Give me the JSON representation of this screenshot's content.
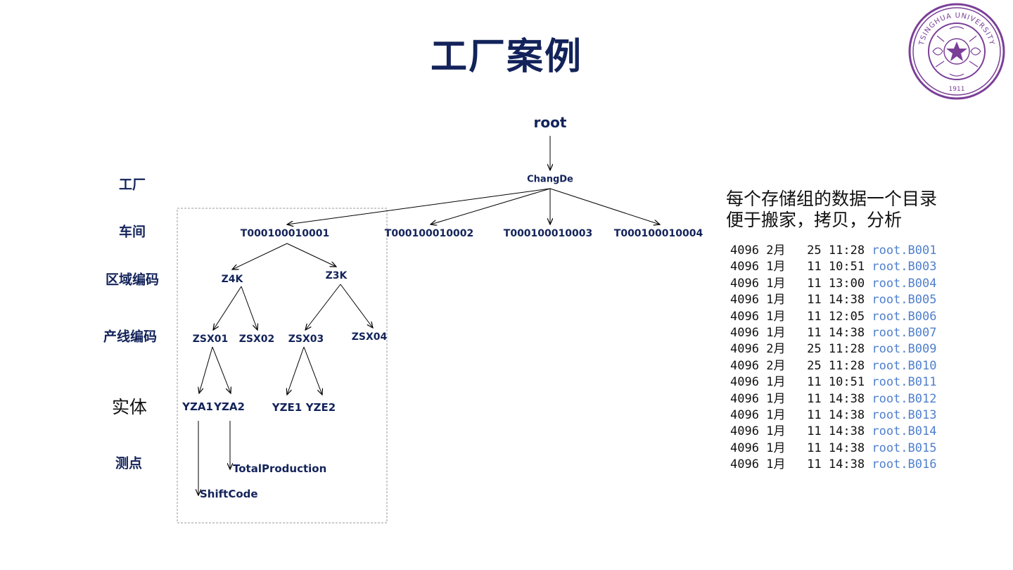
{
  "title": "工厂案例",
  "note": {
    "line1": "每个存储组的数据一个目录",
    "line2": "便于搬家，拷贝，分析"
  },
  "levels": [
    "工厂",
    "车间",
    "区域编码",
    "产线编码",
    "实体",
    "测点"
  ],
  "tree": {
    "root": "root",
    "factory": "ChangDe",
    "workshops": [
      "T000100010001",
      "T000100010002",
      "T000100010003",
      "T000100010004"
    ],
    "areas": [
      "Z4K",
      "Z3K"
    ],
    "lines": [
      "ZSX01",
      "ZSX02",
      "ZSX03",
      "ZSX04"
    ],
    "entities": [
      "YZA1",
      "YZA2",
      "YZE1",
      "YZE2"
    ],
    "points": [
      "TotalProduction",
      "ShiftCode"
    ]
  },
  "listing": [
    {
      "size": "4096",
      "month": "2月",
      "day": "25",
      "time": "11:28",
      "name": "root.B001"
    },
    {
      "size": "4096",
      "month": "1月",
      "day": "11",
      "time": "10:51",
      "name": "root.B003"
    },
    {
      "size": "4096",
      "month": "1月",
      "day": "11",
      "time": "13:00",
      "name": "root.B004"
    },
    {
      "size": "4096",
      "month": "1月",
      "day": "11",
      "time": "14:38",
      "name": "root.B005"
    },
    {
      "size": "4096",
      "month": "1月",
      "day": "11",
      "time": "12:05",
      "name": "root.B006"
    },
    {
      "size": "4096",
      "month": "1月",
      "day": "11",
      "time": "14:38",
      "name": "root.B007"
    },
    {
      "size": "4096",
      "month": "2月",
      "day": "25",
      "time": "11:28",
      "name": "root.B009"
    },
    {
      "size": "4096",
      "month": "2月",
      "day": "25",
      "time": "11:28",
      "name": "root.B010"
    },
    {
      "size": "4096",
      "month": "1月",
      "day": "11",
      "time": "10:51",
      "name": "root.B011"
    },
    {
      "size": "4096",
      "month": "1月",
      "day": "11",
      "time": "14:38",
      "name": "root.B012"
    },
    {
      "size": "4096",
      "month": "1月",
      "day": "11",
      "time": "14:38",
      "name": "root.B013"
    },
    {
      "size": "4096",
      "month": "1月",
      "day": "11",
      "time": "14:38",
      "name": "root.B014"
    },
    {
      "size": "4096",
      "month": "1月",
      "day": "11",
      "time": "14:38",
      "name": "root.B015"
    },
    {
      "size": "4096",
      "month": "1月",
      "day": "11",
      "time": "14:38",
      "name": "root.B016"
    }
  ],
  "logo": {
    "text": "TSINGHUA UNIVERSITY",
    "year": "1911",
    "color": "#7b3f98"
  }
}
